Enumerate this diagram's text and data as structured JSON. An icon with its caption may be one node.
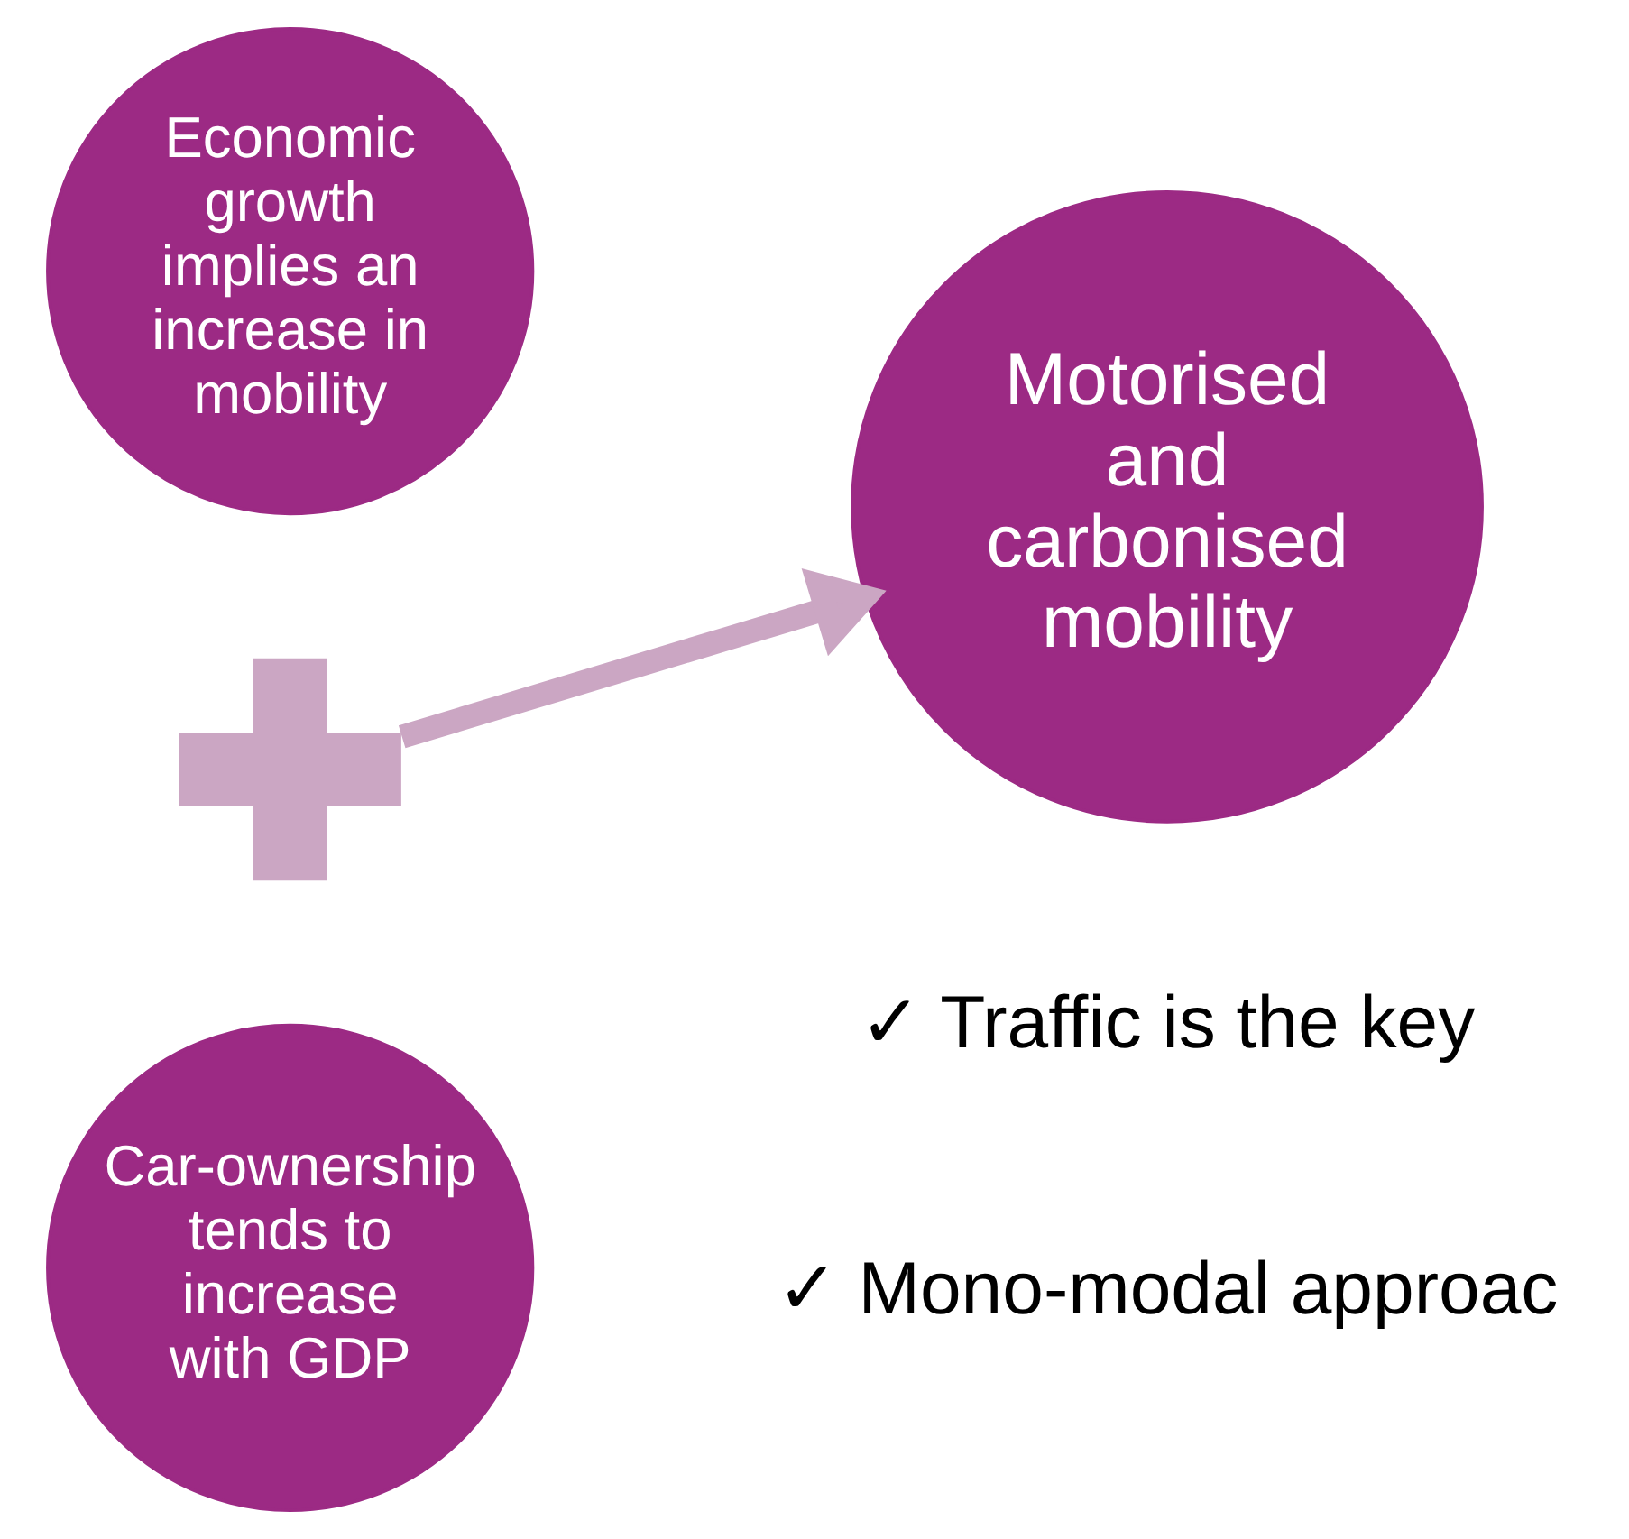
{
  "diagram": {
    "nodes": [
      {
        "text": [
          "Economic growth implies an increase in mobility"
        ]
      },
      {
        "text": [
          "Car-ownership tends to increase with GDP"
        ]
      },
      {
        "text": [
          "Motorised and carbonised mobility"
        ]
      },
      {
        "text": [],
        "shape": "plus"
      }
    ],
    "edges": [
      {
        "from": 3,
        "to": 2,
        "arrow": "to"
      }
    ],
    "labels": [
      "✓ Traffic is the key",
      "✓ Mono-modal approac"
    ]
  }
}
